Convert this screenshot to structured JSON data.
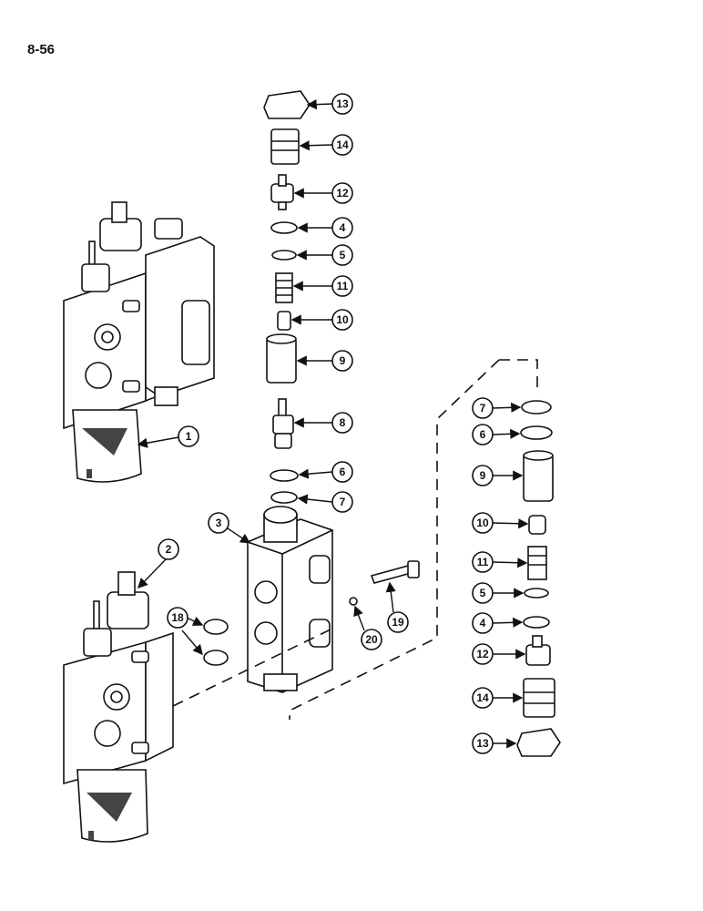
{
  "page": {
    "number": "8-56"
  },
  "callouts": {
    "c13a": "13",
    "c14a": "14",
    "c12a": "12",
    "c4a": "4",
    "c5a": "5",
    "c11a": "11",
    "c10a": "10",
    "c9a": "9",
    "c8": "8",
    "c6a": "6",
    "c7a": "7",
    "c1": "1",
    "c2": "2",
    "c3": "3",
    "c18": "18",
    "c19": "19",
    "c20": "20",
    "c7b": "7",
    "c6b": "6",
    "c9b": "9",
    "c10b": "10",
    "c11b": "11",
    "c5b": "5",
    "c4b": "4",
    "c12b": "12",
    "c14b": "14",
    "c13b": "13"
  }
}
